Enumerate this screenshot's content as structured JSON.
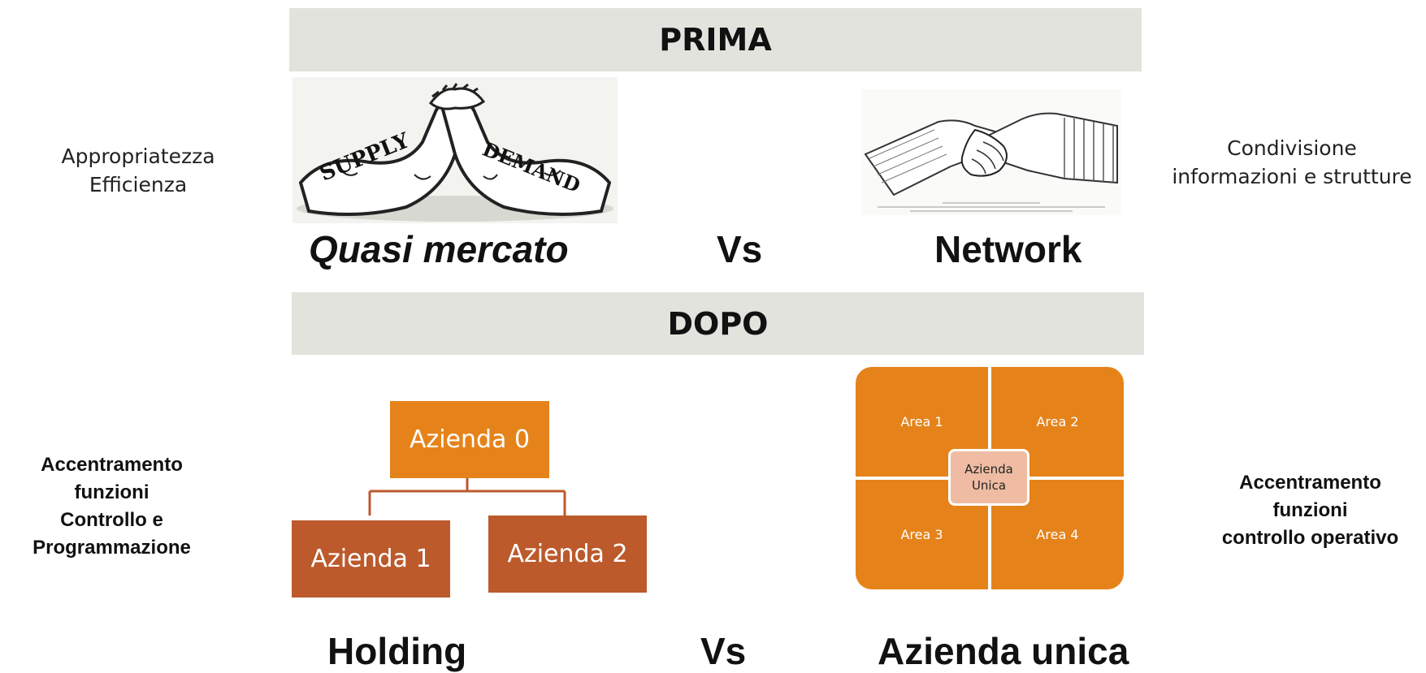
{
  "prima": {
    "banner": "PRIMA"
  },
  "dopo": {
    "banner": "DOPO"
  },
  "left_top_label": [
    "Appropriatezza",
    "Efficienza"
  ],
  "right_top_label": [
    "Condivisione",
    "informazioni e strutture"
  ],
  "left_bottom_label": [
    "Accentramento",
    "funzioni",
    "Controllo e",
    "Programmazione"
  ],
  "right_bottom_label": [
    "Accentramento",
    "funzioni",
    "controllo operativo"
  ],
  "illustration_left": {
    "word1": "SUPPLY",
    "word2": "DEMAND"
  },
  "compare_top": {
    "left": "Quasi mercato",
    "vs": "Vs",
    "right": "Network"
  },
  "compare_bottom": {
    "left": "Holding",
    "vs": "Vs",
    "right": "Azienda unica"
  },
  "holding": {
    "parent": "Azienda 0",
    "child1": "Azienda 1",
    "child2": "Azienda 2"
  },
  "matrix": {
    "areas": [
      "Area 1",
      "Area 2",
      "Area 3",
      "Area 4"
    ],
    "center": "Azienda\nUnica"
  },
  "colors": {
    "banner": "#e2e3dc",
    "orange": "#e5831a",
    "rust": "#bc5a2c",
    "center": "#efbca3"
  },
  "icons": [
    "arm-wrestling-illustration",
    "handshake-illustration"
  ]
}
